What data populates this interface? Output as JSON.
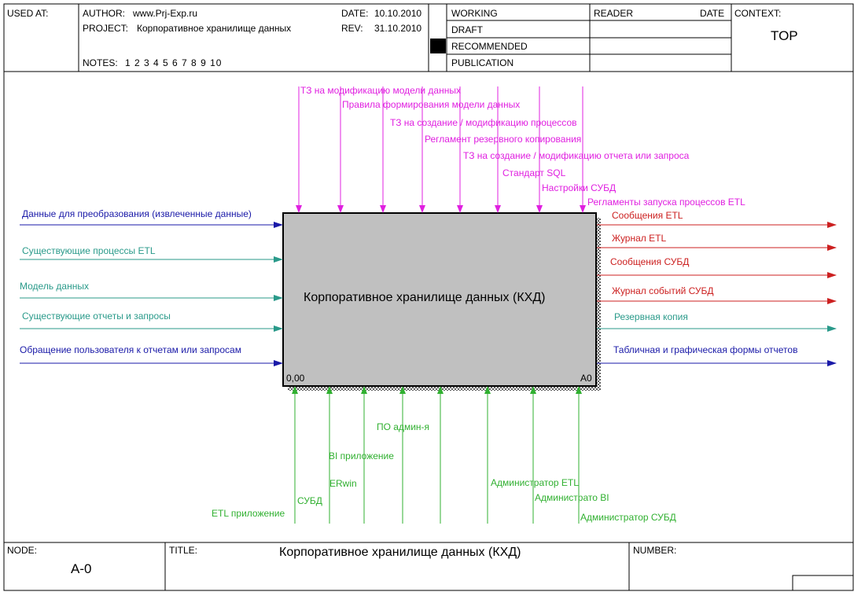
{
  "header": {
    "used_at": "USED AT:",
    "author_label": "AUTHOR:",
    "author": "www.Prj-Exp.ru",
    "project_label": "PROJECT:",
    "project": "Корпоративное хранилище данных",
    "date_label": "DATE:",
    "date": "10.10.2010",
    "rev_label": "REV:",
    "rev": "31.10.2010",
    "notes_label": "NOTES:",
    "notes": "1 2 3 4 5 6 7 8 9 10",
    "status": [
      "WORKING",
      "DRAFT",
      "RECOMMENDED",
      "PUBLICATION"
    ],
    "reader_label": "READER",
    "reader_date_label": "DATE",
    "context_label": "CONTEXT:",
    "context_value": "TOP"
  },
  "activity": {
    "name": "Корпоративное хранилище данных (КХД)",
    "cost": "0,00",
    "number": "A0"
  },
  "controls": [
    "ТЗ на модификацию модели данных",
    "Правила формирования модели данных",
    "ТЗ на создание / модификацию процессов",
    "Регламент резервного копирования",
    "ТЗ на создание / модификацию отчета или запроса",
    "Стандарт SQL",
    "Настройки СУБД",
    "Регламенты запуска процессов ETL"
  ],
  "inputs": [
    "Данные для преобразования (извлеченные данные)",
    "Существующие процессы ETL",
    "Модель данных",
    "Существующие отчеты и запросы",
    "Обращение пользователя к отчетам или запросам"
  ],
  "outputs": [
    "Сообщения ETL",
    "Журнал ETL",
    "Сообщения СУБД",
    "Журнал событий СУБД",
    "Резервная копия",
    "Табличная и графическая формы отчетов"
  ],
  "mechanisms": [
    "ETL приложение",
    "СУБД",
    "ERwin",
    "BI приложение",
    "ПО админ-я",
    "Администратор ETL",
    "Администрато BI",
    "Администратор СУБД"
  ],
  "colors": {
    "control": "#e020e0",
    "input_blue": "#1a1aa8",
    "input_teal": "#2a9a8a",
    "output_red": "#cc2020",
    "mechanism": "#30b030",
    "box_fill": "#c0c0c0"
  },
  "footer": {
    "node_label": "NODE:",
    "node": "A-0",
    "title_label": "TITLE:",
    "title": "Корпоративное хранилище данных (КХД)",
    "number_label": "NUMBER:"
  }
}
